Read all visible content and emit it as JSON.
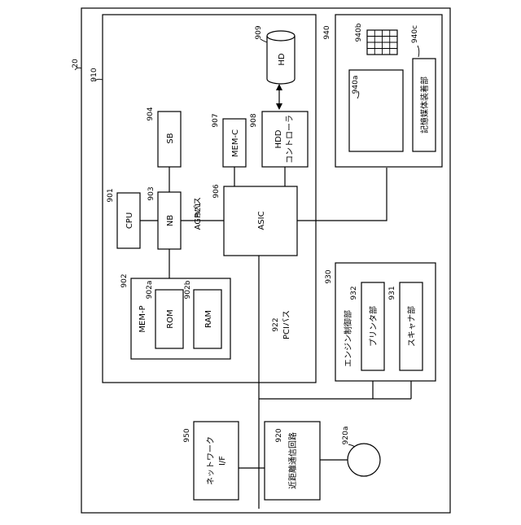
{
  "refs": {
    "r20": "20",
    "r910": "910",
    "r909": "909",
    "r904": "904",
    "r907": "907",
    "r908": "908",
    "r901": "901",
    "r903": "903",
    "r921": "921",
    "r906": "906",
    "r902": "902",
    "r902a": "902a",
    "r902b": "902b",
    "r922": "922",
    "r940": "940",
    "r940a": "940a",
    "r940b": "940b",
    "r940c": "940c",
    "r930": "930",
    "r932": "932",
    "r931": "931",
    "r950": "950",
    "r920": "920",
    "r920a": "920a"
  },
  "labels": {
    "hd": "HD",
    "sb": "SB",
    "mem_c": "MEM-C",
    "hdd_1": "HDD",
    "hdd_2": "コントローラ",
    "cpu": "CPU",
    "nb": "NB",
    "agp_bus": "AGPバス",
    "asic": "ASIC",
    "mem_p": "MEM-P",
    "rom": "ROM",
    "ram": "RAM",
    "pci_bus": "PCIバス",
    "storage_loader": "記憶媒体装着部",
    "engine_ctrl": "エンジン制御部",
    "printer": "プリンタ部",
    "scanner": "スキャナ部",
    "network_1": "ネットワーク",
    "network_2": "I/F",
    "short_range": "近距離通信回路"
  },
  "colors": {
    "line": "#000000",
    "background": "#ffffff"
  }
}
